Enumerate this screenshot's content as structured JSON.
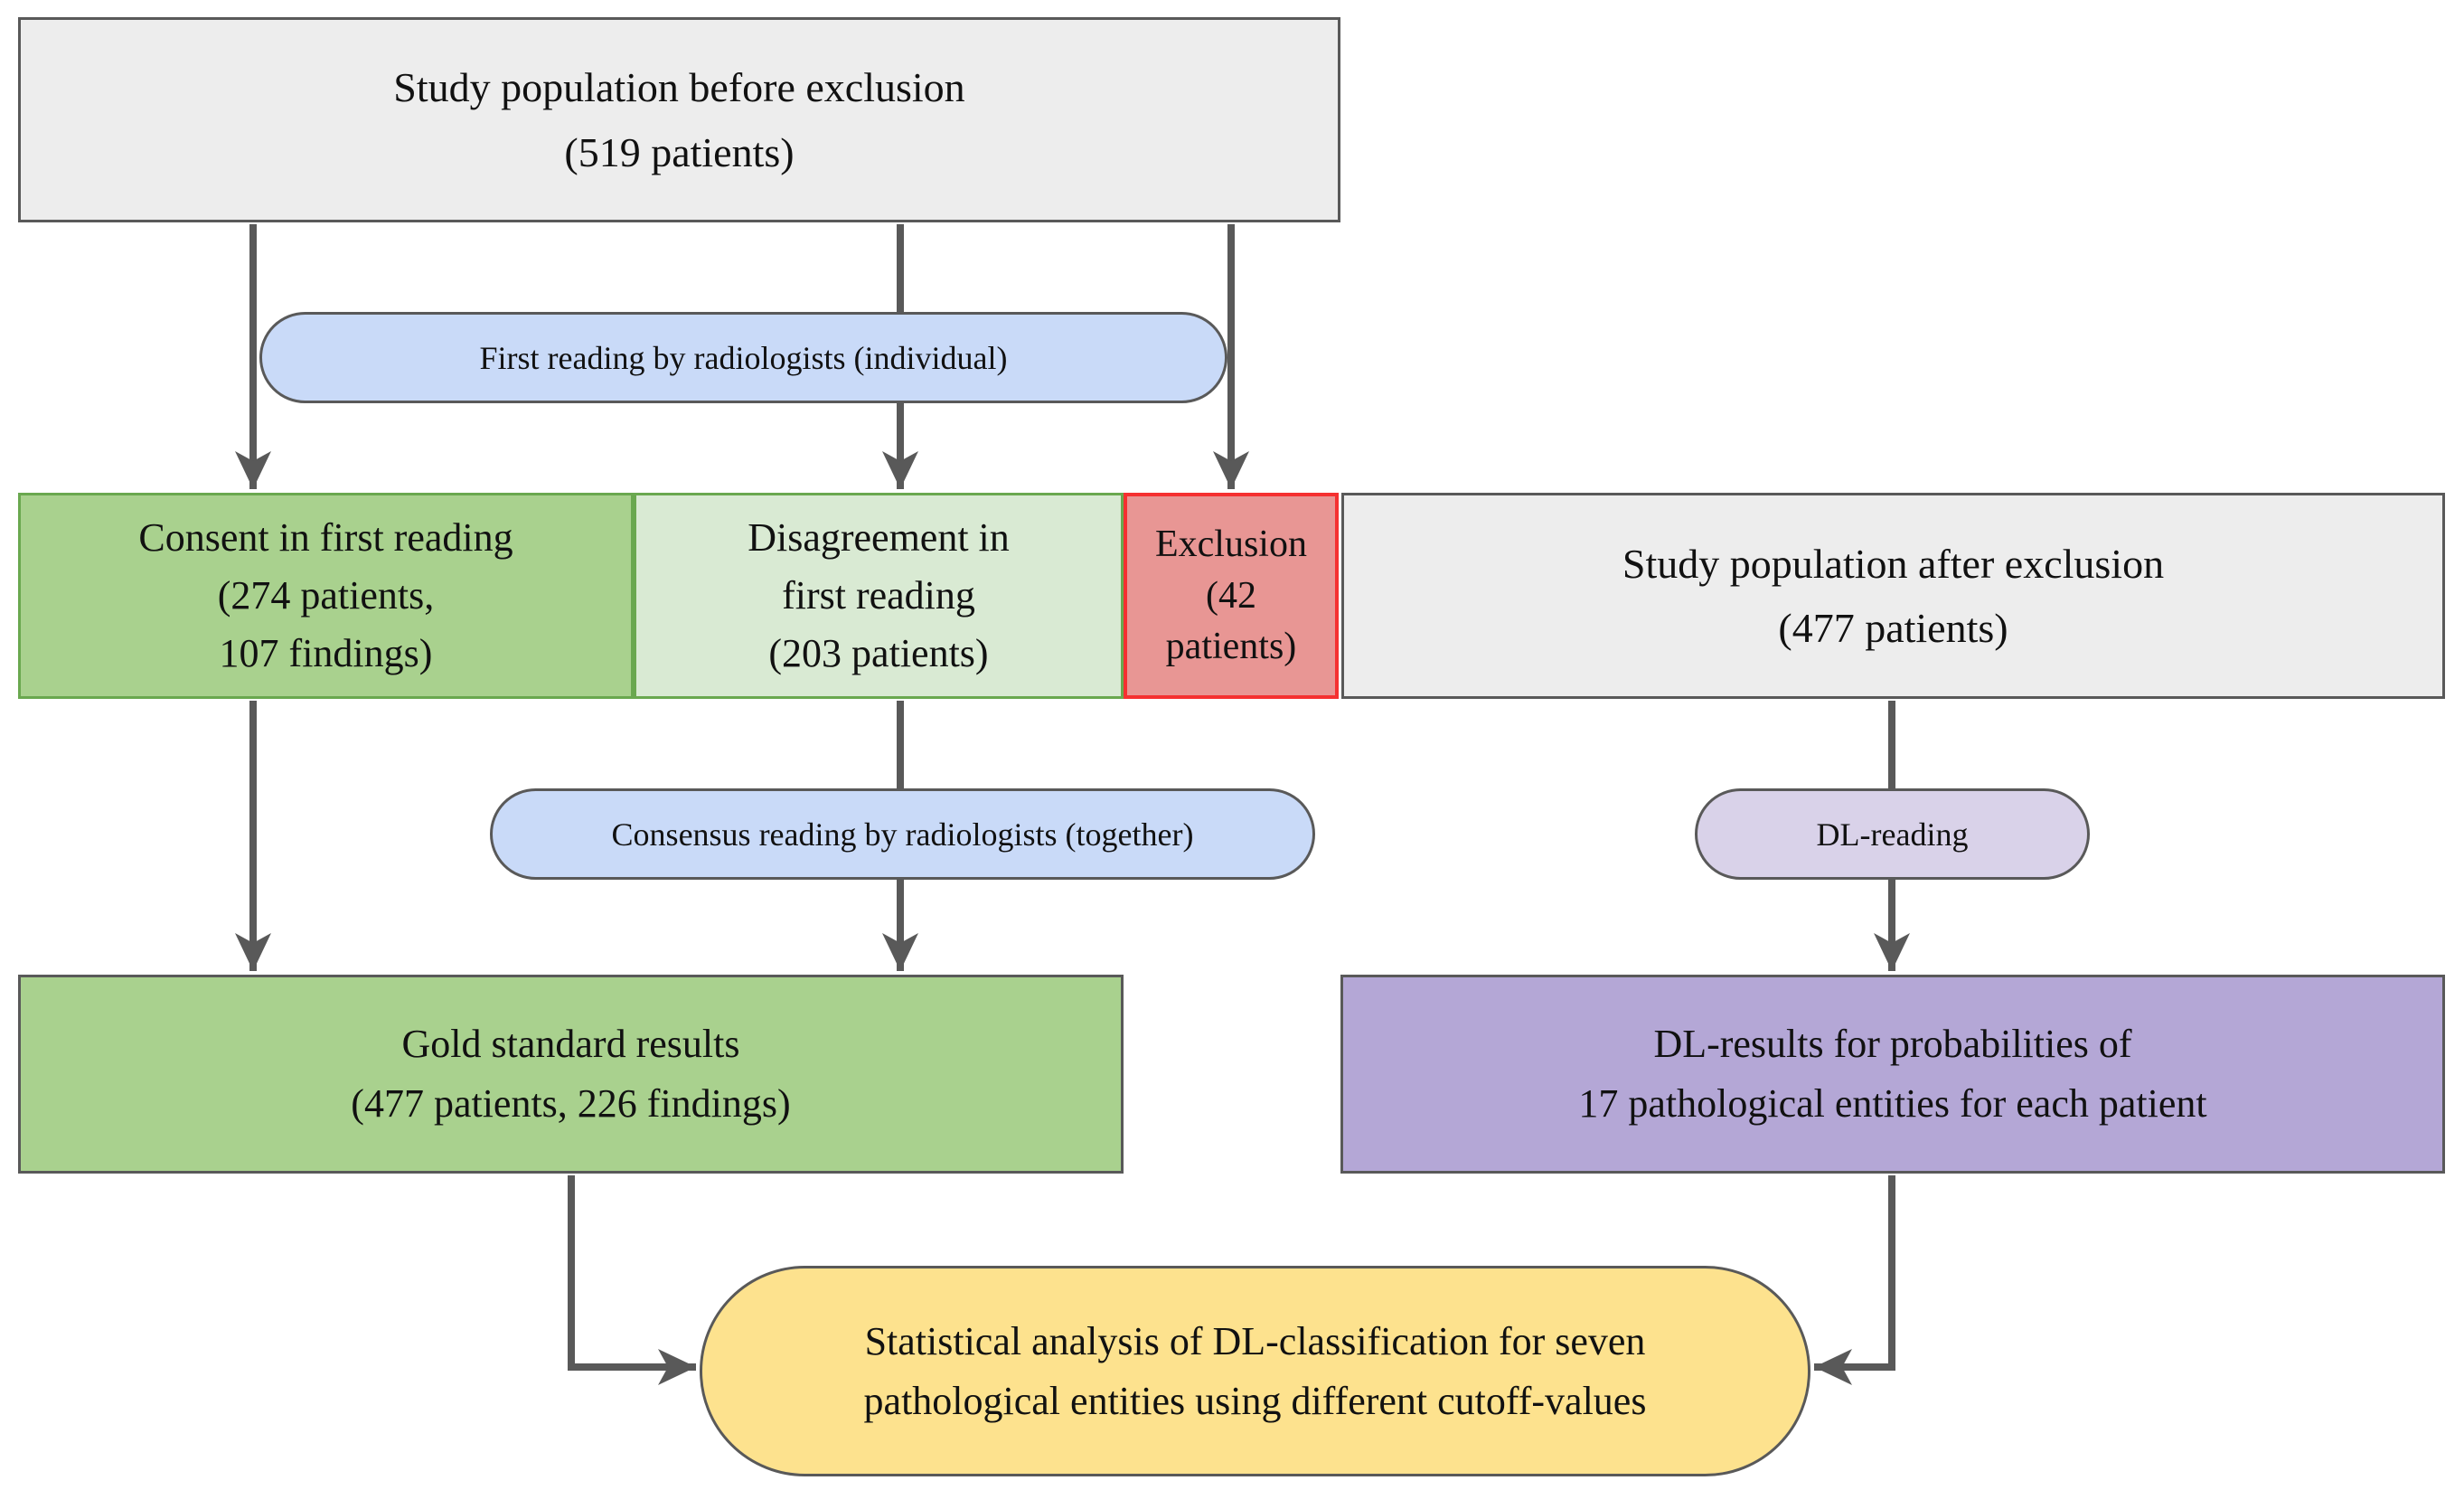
{
  "diagram": {
    "type": "flowchart",
    "nodes": {
      "study_before": {
        "text": "Study population before exclusion\n(519 patients)"
      },
      "first_reading": {
        "text": "First reading by radiologists (individual)"
      },
      "consent": {
        "text": "Consent in first reading\n(274 patients,\n107 findings)"
      },
      "disagreement": {
        "text": "Disagreement in\nfirst reading\n(203 patients)"
      },
      "exclusion": {
        "text": "Exclusion\n(42\npatients)"
      },
      "study_after": {
        "text": "Study population after exclusion\n(477 patients)"
      },
      "consensus_reading": {
        "text": "Consensus reading by radiologists (together)"
      },
      "dl_reading": {
        "text": "DL-reading"
      },
      "gold_standard": {
        "text": "Gold standard results\n(477 patients, 226 findings)"
      },
      "dl_results": {
        "text": "DL-results for probabilities of\n17 pathological entities for each patient"
      },
      "statistical_analysis": {
        "text": "Statistical analysis of DL-classification for seven\npathological entities using different cutoff-values"
      }
    },
    "edges": [
      {
        "from": "study_before",
        "to": "consent",
        "via": "first_reading"
      },
      {
        "from": "study_before",
        "to": "disagreement",
        "via": "first_reading"
      },
      {
        "from": "study_before",
        "to": "exclusion",
        "via": "first_reading"
      },
      {
        "from": "consent",
        "to": "gold_standard"
      },
      {
        "from": "disagreement",
        "to": "gold_standard",
        "via": "consensus_reading"
      },
      {
        "from": "study_after",
        "to": "dl_results",
        "via": "dl_reading"
      },
      {
        "from": "gold_standard",
        "to": "statistical_analysis"
      },
      {
        "from": "dl_results",
        "to": "statistical_analysis"
      }
    ],
    "colors": {
      "arrow": "#595959",
      "gray_fill": "#ededed",
      "gray_border": "#595959",
      "green_fill": "#a9d18e",
      "light_green_fill": "#d9ead3",
      "green_border": "#6aa84f",
      "red_fill": "#e89694",
      "red_border": "#f53030",
      "blue_pill_fill": "#c9daf8",
      "lavender_pill_fill": "#d9d2e9",
      "purple_fill": "#b4a7d6",
      "yellow_fill": "#fde28e",
      "text": "#111111",
      "background": "#ffffff"
    }
  }
}
